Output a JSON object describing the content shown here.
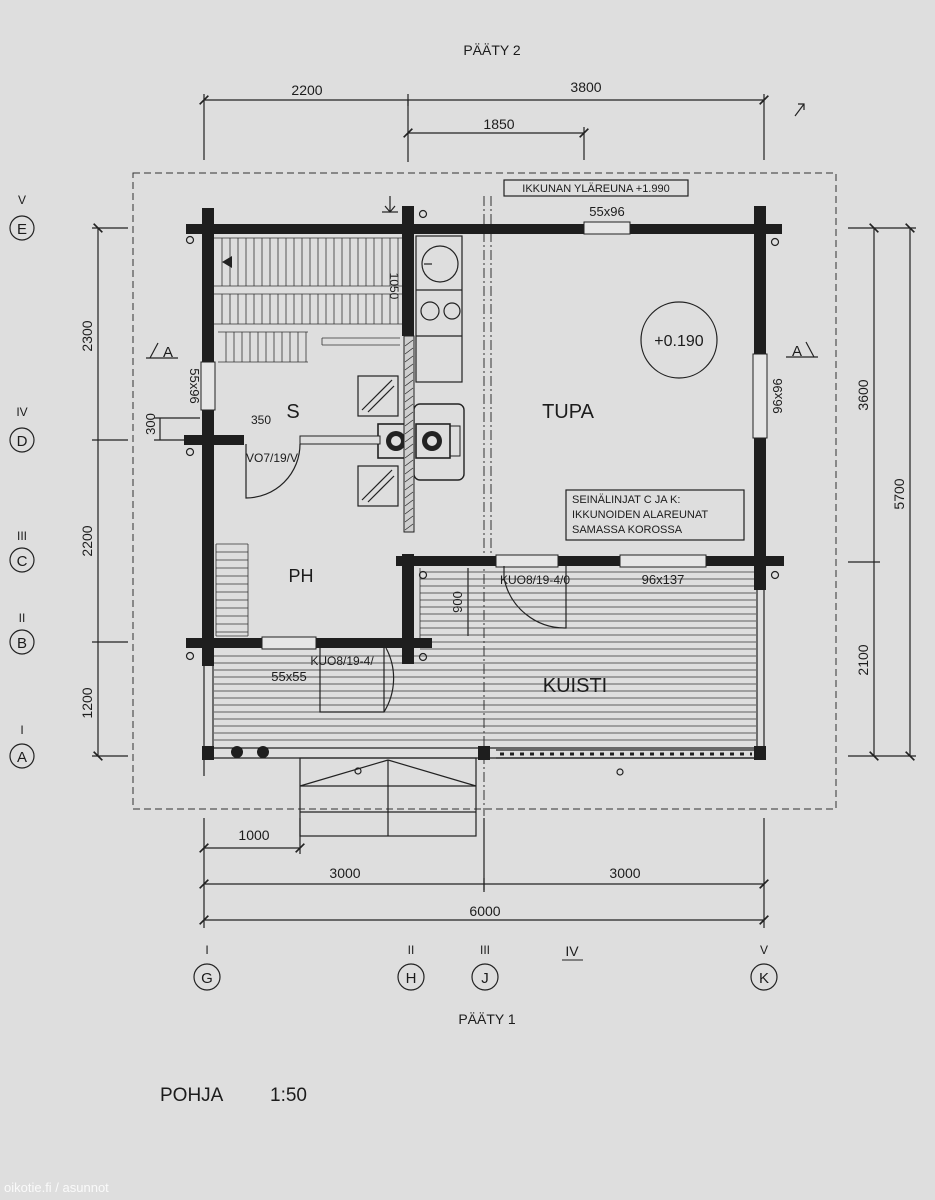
{
  "drawing": {
    "top_end_label": "PÄÄTY 2",
    "bottom_end_label": "PÄÄTY 1",
    "plan_title": "POHJA",
    "scale": "1:50",
    "watermark": "oikotie.fi / asunnot"
  },
  "rooms": {
    "sauna": "S",
    "wash_room": "PH",
    "living_room": "TUPA",
    "porch": "KUISTI"
  },
  "notes": {
    "window_top": "IKKUNAN YLÄREUNA +1.990",
    "floor_level": "+0.190",
    "wall_note_line1": "SEINÄLINJAT C JA K:",
    "wall_note_line2": "IKKUNOIDEN ALAREUNAT",
    "wall_note_line3": "SAMASSA KOROSSA",
    "section_left": "A",
    "section_right": "A"
  },
  "openings": {
    "top_window": "55x96",
    "left_window": "55x96",
    "right_window": "96x96",
    "tupa_porch_window": "96x137",
    "porch_window": "55x55",
    "sauna_door": "VO7/19/V",
    "porch_door_right": "KUO8/19-4/0",
    "porch_door_left": "KUO8/19-4/"
  },
  "dimensions": {
    "top_left": "2200",
    "top_right": "3800",
    "top_inner": "1850",
    "left_2300": "2300",
    "left_300": "300",
    "left_2200": "2200",
    "left_1200": "1200",
    "right_3600": "3600",
    "right_5700": "5700",
    "right_2100": "2100",
    "bench_1050": "1050",
    "door_350": "350",
    "porch_900": "900",
    "bottom_1000": "1000",
    "bottom_3000_left": "3000",
    "bottom_3000_right": "3000",
    "bottom_6000": "6000"
  },
  "axes": {
    "rows": [
      {
        "roman": "V",
        "letter": "E"
      },
      {
        "roman": "IV",
        "letter": "D"
      },
      {
        "roman": "III",
        "letter": "C"
      },
      {
        "roman": "II",
        "letter": "B"
      },
      {
        "roman": "I",
        "letter": "A"
      }
    ],
    "cols": [
      {
        "roman": "I",
        "letter": "G"
      },
      {
        "roman": "II",
        "letter": "H"
      },
      {
        "roman": "III",
        "letter": "J"
      },
      {
        "roman": "IV",
        "letter": ""
      },
      {
        "roman": "V",
        "letter": "K"
      }
    ]
  }
}
